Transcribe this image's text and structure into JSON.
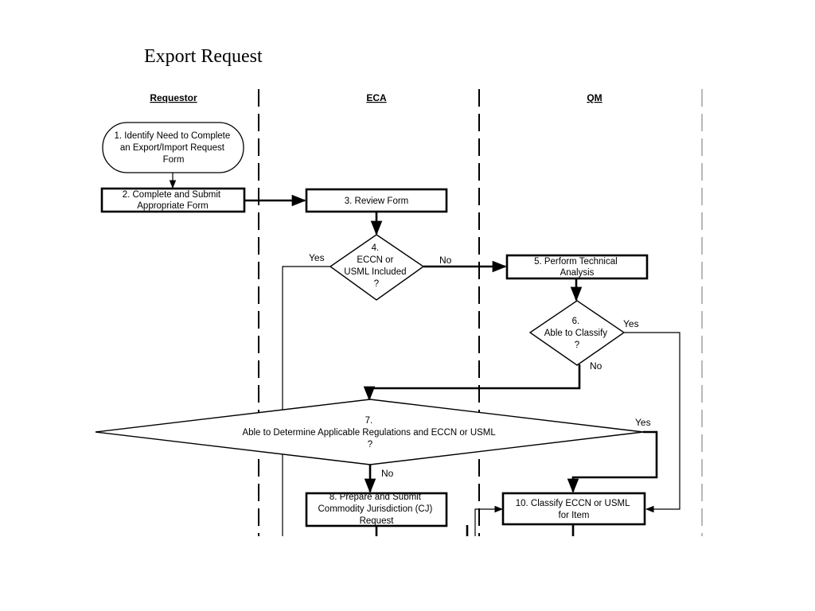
{
  "title": "Export Request",
  "lanes": {
    "requestor": "Requestor",
    "eca": "ECA",
    "qm": "QM"
  },
  "nodes": {
    "n1": [
      "1. Identify Need to Complete",
      "an Export/Import Request",
      "Form"
    ],
    "n2": [
      "2. Complete and Submit",
      "Appropriate Form"
    ],
    "n3": [
      "3. Review Form"
    ],
    "n4": [
      "4.",
      "ECCN or",
      "USML Included",
      "?"
    ],
    "n5": [
      "5. Perform Technical",
      "Analysis"
    ],
    "n6": [
      "6.",
      "Able to Classify",
      "?"
    ],
    "n7": [
      "7.",
      "Able to Determine Applicable Regulations and ECCN or USML",
      "?"
    ],
    "n8": [
      "8. Prepare and Submit",
      "Commodity Jurisdiction (CJ)",
      "Request"
    ],
    "n10": [
      "10. Classify ECCN or USML",
      "for Item"
    ]
  },
  "edge_labels": {
    "n4_yes": "Yes",
    "n4_no": "No",
    "n6_yes": "Yes",
    "n6_no": "No",
    "n7_yes": "Yes",
    "n7_no": "No"
  },
  "colors": {
    "ink": "#000000",
    "background": "#ffffff",
    "light_lane": "#9a9a9a"
  }
}
